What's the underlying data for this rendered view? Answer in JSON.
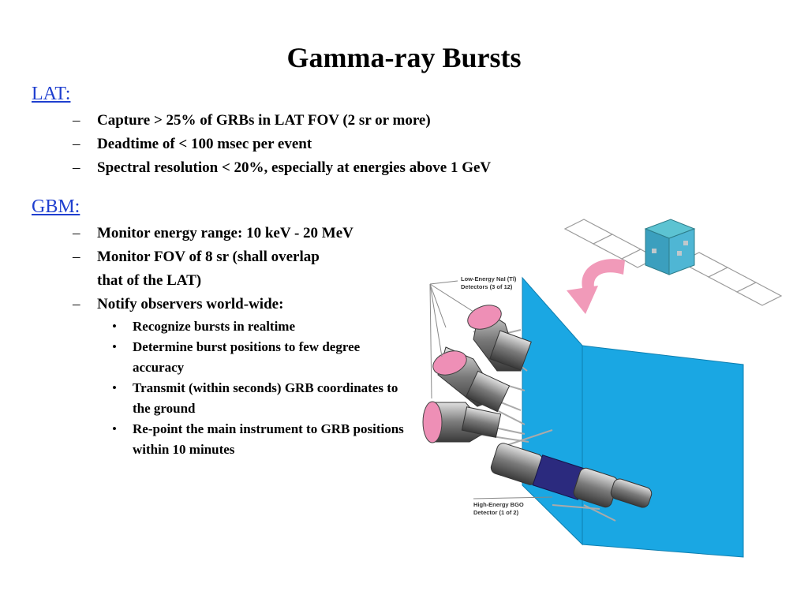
{
  "slide": {
    "title": "Gamma-ray Bursts"
  },
  "lat": {
    "heading": "LAT:",
    "items": [
      "Capture > 25% of GRBs in LAT FOV (2 sr or more)",
      "Deadtime of < 100 msec per event",
      "Spectral resolution < 20%, especially at energies above 1 GeV"
    ]
  },
  "gbm": {
    "heading": "GBM:",
    "items": [
      "Monitor energy range: 10 keV - 20 MeV",
      "Monitor FOV of 8 sr (shall overlap",
      "that of the LAT)",
      "Notify observers world-wide:"
    ],
    "subitems": [
      "Recognize bursts in realtime",
      "Determine burst positions to few degree accuracy",
      "Transmit (within seconds) GRB coordinates to the ground",
      "Re-point the main instrument to GRB positions within 10 minutes"
    ]
  },
  "figure": {
    "label_low_1": "Low-Energy NaI (Tl)",
    "label_low_2": "Detectors (3 of 12)",
    "label_high_1": "High-Energy BGO",
    "label_high_2": "Detector (1 of 2)",
    "colors": {
      "panel": "#1aa7e3",
      "arrow": "#f19ab9",
      "detector_face": "#ee8fb6",
      "bgo": "#2b2a7e",
      "spacecraft": "#5cc3d2"
    }
  }
}
